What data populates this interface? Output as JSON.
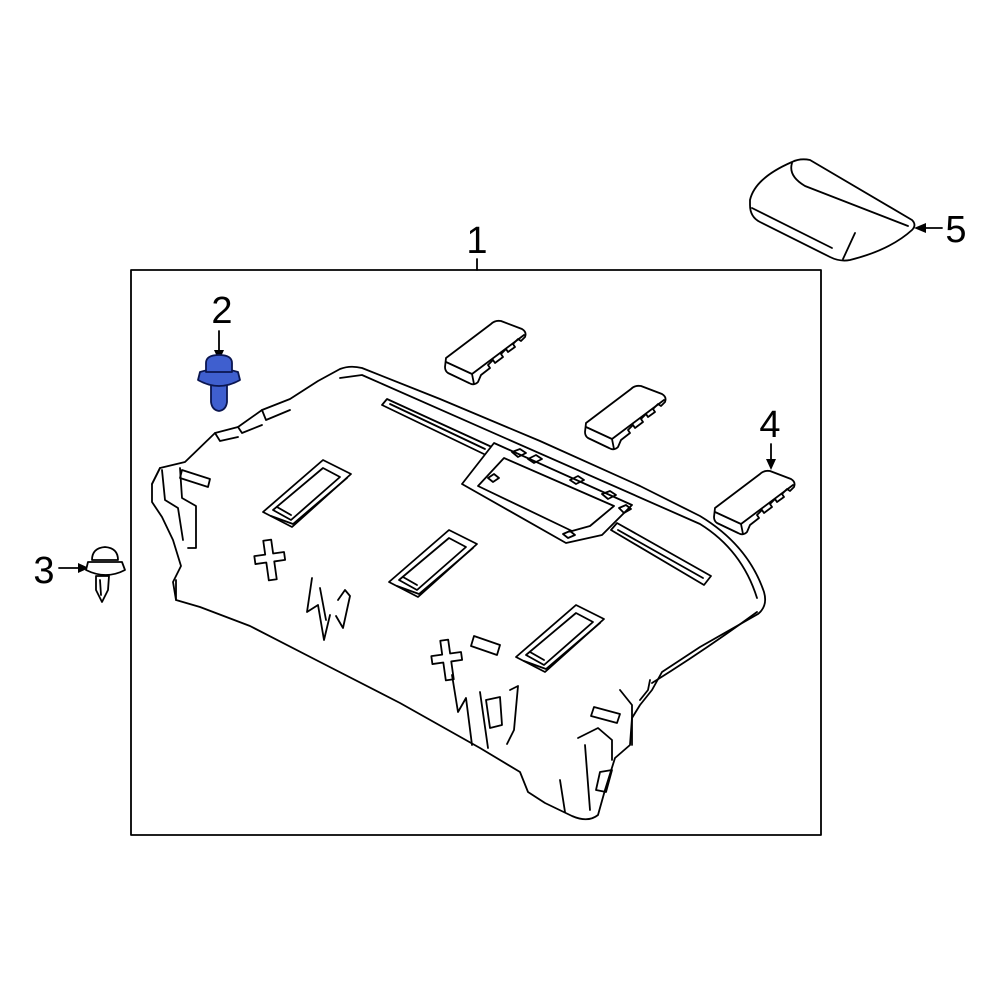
{
  "diagram": {
    "callouts": [
      {
        "label": "1"
      },
      {
        "label": "2"
      },
      {
        "label": "3"
      },
      {
        "label": "4"
      },
      {
        "label": "5"
      }
    ]
  },
  "colors": {
    "background": "#ffffff",
    "line": "#000000",
    "highlight": "#3f5fcf",
    "highlight_outline": "#0b1650"
  }
}
